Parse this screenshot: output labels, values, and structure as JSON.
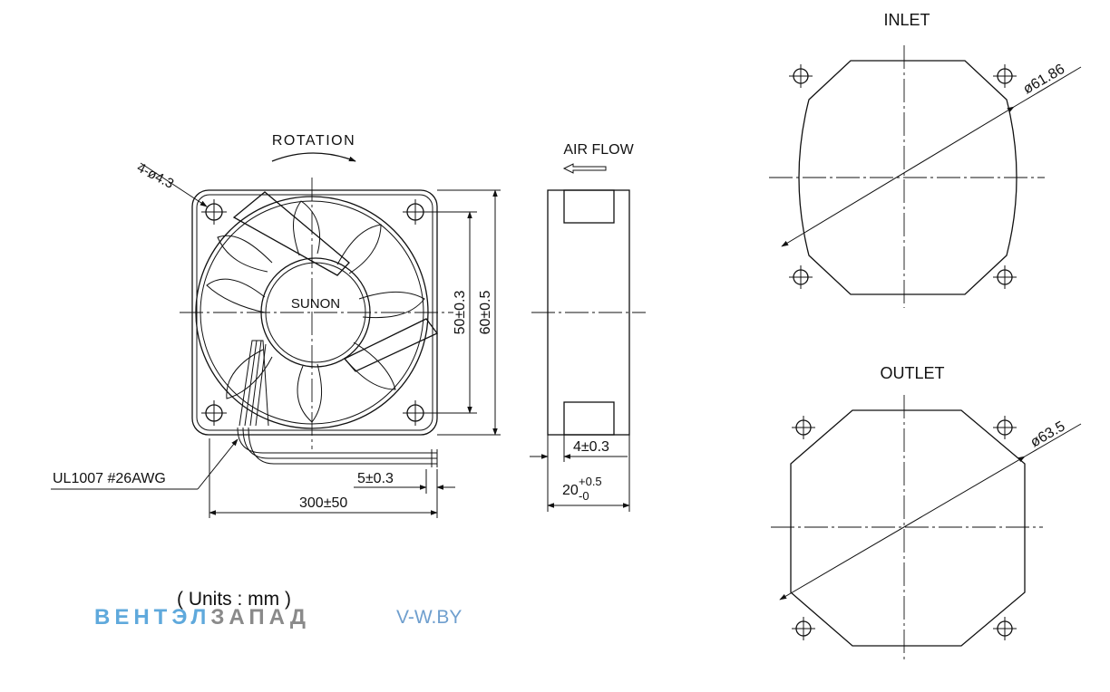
{
  "labels": {
    "rotation": "ROTATION",
    "air_flow": "AIR FLOW",
    "holes": "4-ø4.3",
    "brand": "SUNON",
    "wire": "UL1007 #26AWG",
    "dim_50": "50±0.3",
    "dim_60": "60±0.5",
    "dim_4": "4±0.3",
    "dim_5": "5±0.3",
    "dim_300": "300±50",
    "dim_20_base": "20",
    "dim_20_tol_plus": "+0.5",
    "dim_20_tol_minus": "-0",
    "units": "( Units : mm )",
    "inlet_title": "INLET",
    "outlet_title": "OUTLET",
    "inlet_diameter": "ø61.86",
    "outlet_diameter": "ø63.5"
  },
  "watermark": {
    "part1": "ВЕНТЭЛ",
    "part2": "ЗАПАД",
    "site": "V-W.BY",
    "color_blue": "#5fa9dc",
    "color_gray": "#8a8a8a"
  }
}
